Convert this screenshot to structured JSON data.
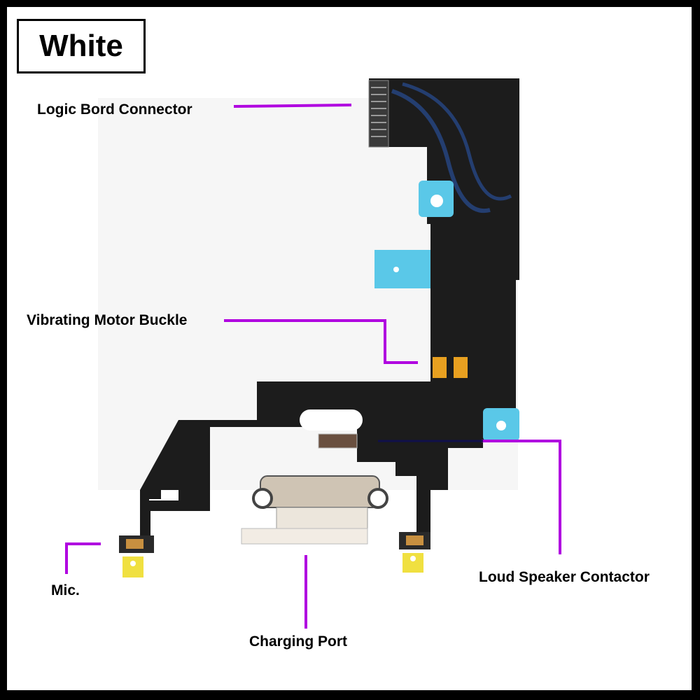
{
  "title": "White",
  "labels": {
    "logic_board_connector": "Logic Bord Connector",
    "vibrating_motor_buckle": "Vibrating Motor Buckle",
    "mic": "Mic.",
    "charging_port": "Charging Port",
    "loud_speaker_contactor": "Loud Speaker Contactor"
  },
  "colors": {
    "frame_border": "#000000",
    "leader_line": "#b000e0",
    "flex_cable": "#1a1a1a",
    "adhesive": "#5ac8e8",
    "contact_pad": "#e8a020",
    "port_plate": "#f2ece4",
    "mic_sticker": "#f0e040"
  }
}
